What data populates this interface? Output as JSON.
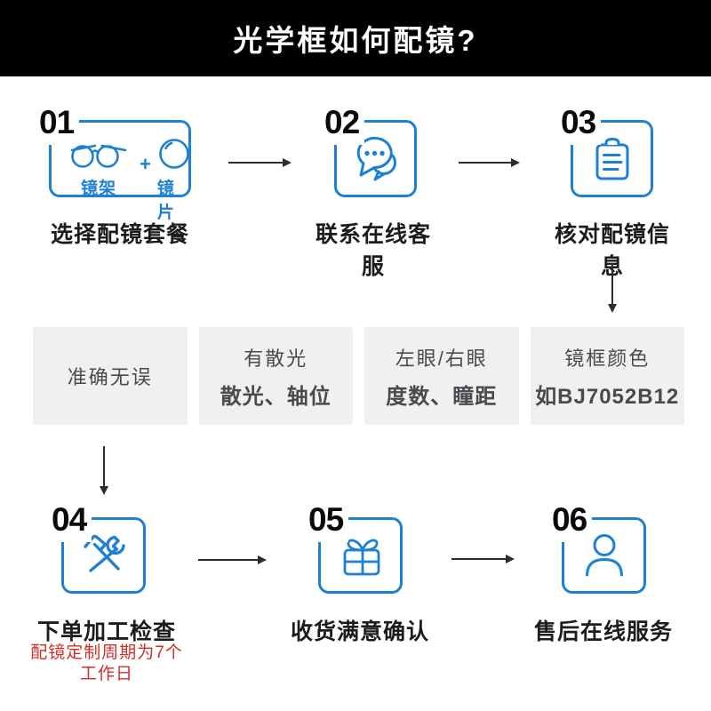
{
  "page": {
    "title": "光学框如何配镜?"
  },
  "colors": {
    "accent_blue": "#1e80d4",
    "header_bg": "#000000",
    "note_red": "#d12f25",
    "info_box_bg": "#f0f0f1"
  },
  "steps": [
    {
      "num": "01",
      "label": "选择配镜套餐",
      "icon": "glasses-and-lens-icon",
      "frame_label": "镜架",
      "plus": "+",
      "lens_label": "镜片"
    },
    {
      "num": "02",
      "label": "联系在线客服",
      "icon": "chat-bubbles-icon"
    },
    {
      "num": "03",
      "label": "核对配镜信息",
      "icon": "clipboard-icon"
    },
    {
      "num": "04",
      "label": "下单加工检查",
      "icon": "hammer-wrench-icon"
    },
    {
      "num": "05",
      "label": "收货满意确认",
      "icon": "gift-box-icon"
    },
    {
      "num": "06",
      "label": "售后在线服务",
      "icon": "person-icon"
    }
  ],
  "info_boxes": [
    {
      "line1": "准确无误",
      "line2": ""
    },
    {
      "line1": "有散光",
      "line2": "散光、轴位"
    },
    {
      "line1": "左眼/右眼",
      "line2": "度数、瞳距"
    },
    {
      "line1": "镜框颜色",
      "line2": "如BJ7052B12"
    }
  ],
  "note": {
    "line1": "配镜定制周期为7个",
    "line2": "工作日"
  }
}
